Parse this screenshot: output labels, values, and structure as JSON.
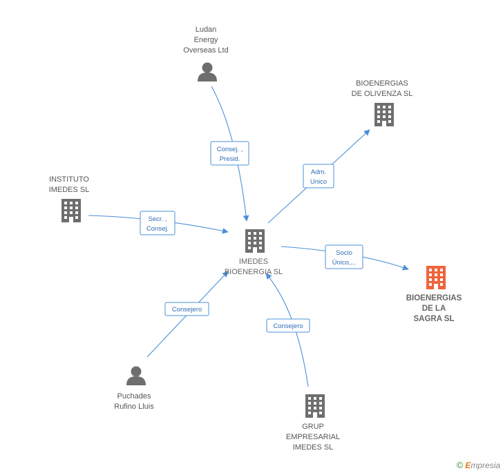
{
  "colors": {
    "edge": "#4a90d9",
    "edge_text": "#2e6db4",
    "node_icon": "#6e6e6e",
    "focus_icon": "#f0643c",
    "label": "#555555"
  },
  "nodes": {
    "ludan": {
      "lines": [
        "Ludan",
        "Energy",
        "Overseas Ltd"
      ],
      "icon": "person-icon"
    },
    "oliv": {
      "lines": [
        "BIOENERGIAS",
        "DE OLIVENZA SL"
      ],
      "icon": "building-icon"
    },
    "inst": {
      "lines": [
        "INSTITUTO",
        "IMEDES SL"
      ],
      "icon": "building-icon"
    },
    "main": {
      "lines": [
        "IMEDES",
        "BIOENERGIA SL"
      ],
      "icon": "building-icon"
    },
    "sagra": {
      "lines": [
        "BIOENERGIAS",
        "DE LA",
        "SAGRA SL"
      ],
      "icon": "building-icon"
    },
    "puch": {
      "lines": [
        "Puchades",
        "Rufino Lluis"
      ],
      "icon": "person-icon"
    },
    "grup": {
      "lines": [
        "GRUP",
        "EMPRESARIAL",
        "IMEDES SL"
      ],
      "icon": "building-icon"
    }
  },
  "edges": {
    "ludan": {
      "lines": [
        "Consej. ,",
        "Presid."
      ]
    },
    "oliv": {
      "lines": [
        "Adm.",
        "Unico"
      ]
    },
    "inst": {
      "lines": [
        "Secr. ,",
        "Consej."
      ]
    },
    "sagra": {
      "lines": [
        "Socio",
        "Único,..."
      ]
    },
    "puch": {
      "lines": [
        "Consejero"
      ]
    },
    "grup": {
      "lines": [
        "Consejero"
      ]
    }
  },
  "footer": {
    "copyright": "©",
    "brand_first": "E",
    "brand_rest": "mpresia"
  }
}
